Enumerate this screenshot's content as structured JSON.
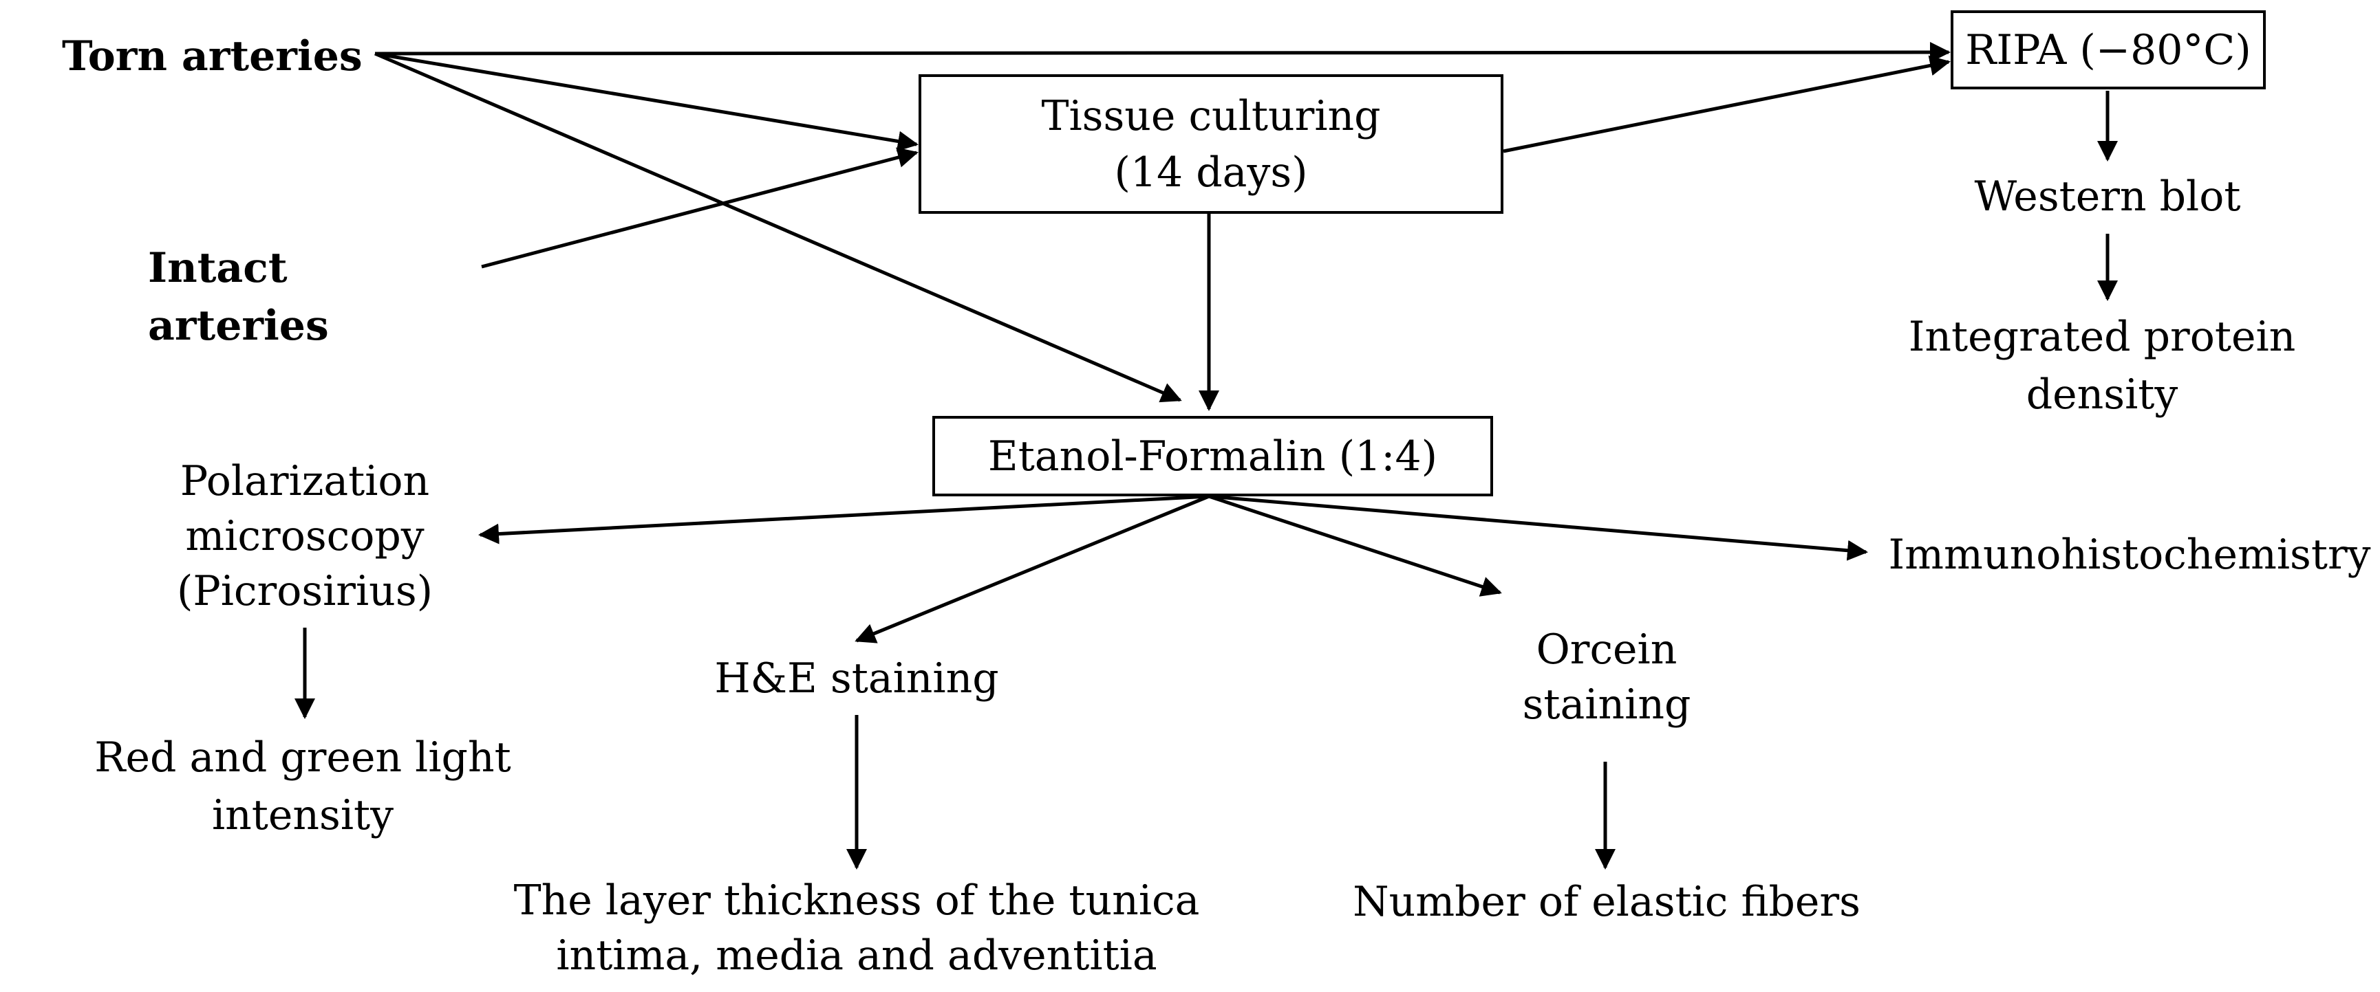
{
  "nodes": {
    "torn_arteries": "Torn arteries",
    "intact_arteries": "Intact arteries",
    "tissue_culturing": "Tissue culturing\n(14 days)",
    "ripa": "RIPA (−80°C)",
    "western_blot": "Western blot",
    "integrated_protein_density": "Integrated protein density",
    "etanol_formalin": "Etanol-Formalin (1:4)",
    "polarization_microscopy": "Polarization\nmicroscopy\n(Picrosirius)",
    "red_green_intensity": "Red and green light intensity",
    "he_staining": "H&E staining",
    "layer_thickness": "The layer thickness of the tunica\nintima, media and adventitia",
    "orcein_staining": "Orcein\nstaining",
    "elastic_fibers": "Number of elastic fibers",
    "immunohistochemistry": "Immunohistochemistry"
  },
  "colors": {
    "line": "#000000",
    "background": "#ffffff"
  }
}
